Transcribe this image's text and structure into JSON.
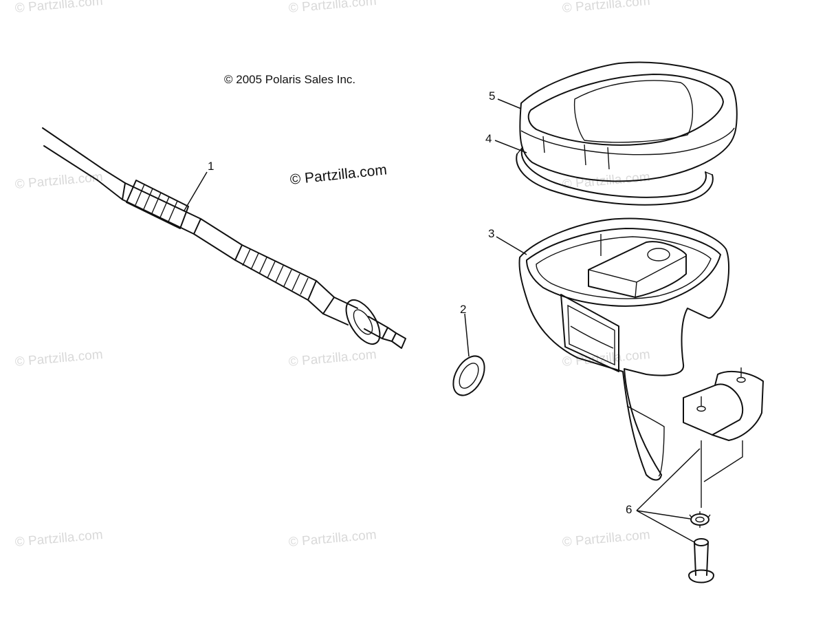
{
  "copyright": "© 2005 Polaris Sales Inc.",
  "logo_text": "© Partzilla.com",
  "watermark_text": "© Partzilla.com",
  "callouts": {
    "c1": "1",
    "c2": "2",
    "c3": "3",
    "c4": "4",
    "c5": "5",
    "c6": "6"
  },
  "colors": {
    "line": "#111111",
    "watermark": "#d9d9d9",
    "background": "#ffffff"
  }
}
